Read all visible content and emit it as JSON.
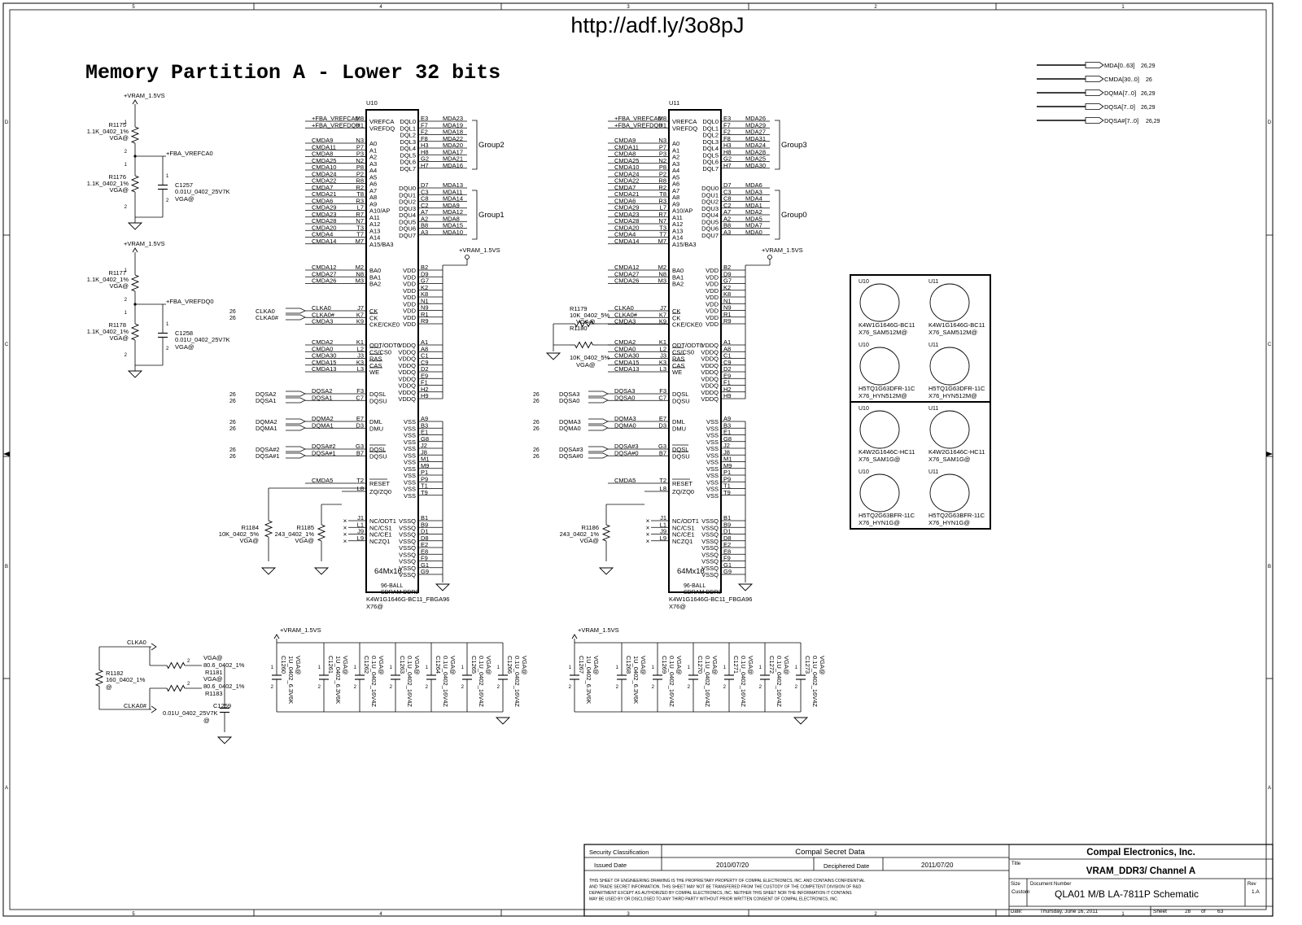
{
  "url_banner": "http://adf.ly/3o8pJ",
  "title": "Memory Partition A - Lower 32 bits",
  "border": {
    "cols": [
      "5",
      "4",
      "3",
      "2",
      "1"
    ],
    "rows": [
      "D",
      "C",
      "B",
      "A"
    ]
  },
  "legend_nets": [
    {
      "net": "MDA[0..63]",
      "ref": "26,29"
    },
    {
      "net": "CMDA[30..0]",
      "ref": "26"
    },
    {
      "net": "DQMA[7..0]",
      "ref": "26,29"
    },
    {
      "net": "DQSA[7..0]",
      "ref": "26,29"
    },
    {
      "net": "DQSA#[7..0]",
      "ref": "26,29"
    }
  ],
  "rails": {
    "vram": "+VRAM_1.5VS",
    "fba_vrefca": "+FBA_VREFCA0",
    "fba_vrefdq": "+FBA_VREFDQ0"
  },
  "vref_dividers": [
    {
      "r_top": "R1175",
      "r_top_val": "1.1K_0402_1%",
      "r_bot": "R1176",
      "r_bot_val": "1.1K_0402_1%",
      "opt": "VGA@",
      "cap": "C1257",
      "cap_val": "0.01U_0402_25V7K",
      "net": "+FBA_VREFCA0"
    },
    {
      "r_top": "R1177",
      "r_top_val": "1.1K_0402_1%",
      "r_bot": "R1178",
      "r_bot_val": "1.1K_0402_1%",
      "opt": "VGA@",
      "cap": "C1258",
      "cap_val": "0.01U_0402_25V7K",
      "net": "+FBA_VREFDQ0"
    }
  ],
  "chips": [
    {
      "ref": "U10",
      "left_power": [
        [
          "+FBA_VREFCA0",
          "M8",
          "VREFCA"
        ],
        [
          "+FBA_VREFDQ0",
          "H1",
          "VREFDQ"
        ]
      ],
      "addr": [
        [
          "CMDA9",
          "N3",
          "A0"
        ],
        [
          "CMDA11",
          "P7",
          "A1"
        ],
        [
          "CMDA8",
          "P3",
          "A2"
        ],
        [
          "CMDA25",
          "N2",
          "A3"
        ],
        [
          "CMDA10",
          "P8",
          "A4"
        ],
        [
          "CMDA24",
          "P2",
          "A5"
        ],
        [
          "CMDA22",
          "R8",
          "A6"
        ],
        [
          "CMDA7",
          "R2",
          "A7"
        ],
        [
          "CMDA21",
          "T8",
          "A8"
        ],
        [
          "CMDA6",
          "R3",
          "A9"
        ],
        [
          "CMDA29",
          "L7",
          "A10/AP"
        ],
        [
          "CMDA23",
          "R7",
          "A11"
        ],
        [
          "CMDA28",
          "N7",
          "A12"
        ],
        [
          "CMDA20",
          "T3",
          "A13"
        ],
        [
          "CMDA4",
          "T7",
          "A14"
        ],
        [
          "CMDA14",
          "M7",
          "A15/BA3"
        ]
      ],
      "ba": [
        [
          "CMDA12",
          "M2",
          "BA0"
        ],
        [
          "CMDA27",
          "N8",
          "BA1"
        ],
        [
          "CMDA26",
          "M3",
          "BA2"
        ]
      ],
      "clk": [
        [
          "CLKA0",
          "J7",
          "CK"
        ],
        [
          "CLKA0#",
          "K7",
          "CK"
        ],
        [
          "CMDA3",
          "K9",
          "CKE/CKE0"
        ]
      ],
      "ctl": [
        [
          "CMDA2",
          "K1",
          "ODT/ODT0"
        ],
        [
          "CMDA0",
          "L2",
          "CS/CS0"
        ],
        [
          "CMDA30",
          "J3",
          "RAS"
        ],
        [
          "CMDA15",
          "K3",
          "CAS"
        ],
        [
          "CMDA13",
          "L3",
          "WE"
        ]
      ],
      "dqs": [
        [
          "DQSA2",
          "F3",
          "DQSL"
        ],
        [
          "DQSA1",
          "C7",
          "DQSU"
        ]
      ],
      "dm": [
        [
          "DQMA2",
          "E7",
          "DML"
        ],
        [
          "DQMA1",
          "D3",
          "DMU"
        ]
      ],
      "dqsn": [
        [
          "DQSA#2",
          "G3",
          "DQSL"
        ],
        [
          "DQSA#1",
          "B7",
          "DQSU"
        ]
      ],
      "reset": [
        [
          "CMDA5",
          "T2",
          "RESET"
        ],
        [
          "",
          "L8",
          "ZQ/ZQ0"
        ]
      ],
      "nc": [
        [
          "J1",
          "NC/ODT1"
        ],
        [
          "L1",
          "NC/CS1"
        ],
        [
          "J9",
          "NC/CE1"
        ],
        [
          "L9",
          "NCZQ1"
        ]
      ],
      "dq_a": [
        [
          "DQL0",
          "E3",
          "MDA23"
        ],
        [
          "DQL1",
          "F7",
          "MDA19"
        ],
        [
          "DQL2",
          "F2",
          "MDA18"
        ],
        [
          "DQL3",
          "F8",
          "MDA22"
        ],
        [
          "DQL4",
          "H3",
          "MDA20"
        ],
        [
          "DQL5",
          "H8",
          "MDA17"
        ],
        [
          "DQL6",
          "G2",
          "MDA21"
        ],
        [
          "DQL7",
          "H7",
          "MDA16"
        ]
      ],
      "dq_b": [
        [
          "DQU0",
          "D7",
          "MDA13"
        ],
        [
          "DQU1",
          "C3",
          "MDA11"
        ],
        [
          "DQU2",
          "C8",
          "MDA14"
        ],
        [
          "DQU3",
          "C2",
          "MDA9"
        ],
        [
          "DQU4",
          "A7",
          "MDA12"
        ],
        [
          "DQU5",
          "A2",
          "MDA8"
        ],
        [
          "DQU6",
          "B8",
          "MDA15"
        ],
        [
          "DQU7",
          "A3",
          "MDA10"
        ]
      ],
      "group_a": "Group2",
      "group_b": "Group1",
      "vdd": [
        "B2",
        "D9",
        "G7",
        "K2",
        "K8",
        "N1",
        "N9",
        "R1",
        "R9"
      ],
      "vddq": [
        "A1",
        "A8",
        "C1",
        "C9",
        "D2",
        "E9",
        "F1",
        "H2",
        "H9"
      ],
      "vss": [
        "A9",
        "B3",
        "E1",
        "G8",
        "J2",
        "J8",
        "M1",
        "M9",
        "P1",
        "P9",
        "T1",
        "T9"
      ],
      "vssq": [
        "B1",
        "B9",
        "D1",
        "D8",
        "E2",
        "E8",
        "F9",
        "G1",
        "G9"
      ],
      "part": "64Mx16",
      "pkg": "96-BALL",
      "type": "SDRAM DDR3",
      "pn": "K4W1G1646G-BC11_FBGA96",
      "opt": "X76@"
    },
    {
      "ref": "U11",
      "left_power": [
        [
          "+FBA_VREFCA0",
          "M8",
          "VREFCA"
        ],
        [
          "+FBA_VREFDQ0",
          "H1",
          "VREFDQ"
        ]
      ],
      "addr": [
        [
          "CMDA9",
          "N3",
          "A0"
        ],
        [
          "CMDA11",
          "P7",
          "A1"
        ],
        [
          "CMDA8",
          "P3",
          "A2"
        ],
        [
          "CMDA25",
          "N2",
          "A3"
        ],
        [
          "CMDA10",
          "P8",
          "A4"
        ],
        [
          "CMDA24",
          "P2",
          "A5"
        ],
        [
          "CMDA22",
          "R8",
          "A6"
        ],
        [
          "CMDA7",
          "R2",
          "A7"
        ],
        [
          "CMDA21",
          "T8",
          "A8"
        ],
        [
          "CMDA6",
          "R3",
          "A9"
        ],
        [
          "CMDA29",
          "L7",
          "A10/AP"
        ],
        [
          "CMDA23",
          "R7",
          "A11"
        ],
        [
          "CMDA28",
          "N7",
          "A12"
        ],
        [
          "CMDA20",
          "T3",
          "A13"
        ],
        [
          "CMDA4",
          "T7",
          "A14"
        ],
        [
          "CMDA14",
          "M7",
          "A15/BA3"
        ]
      ],
      "ba": [
        [
          "CMDA12",
          "M2",
          "BA0"
        ],
        [
          "CMDA27",
          "N8",
          "BA1"
        ],
        [
          "CMDA26",
          "M3",
          "BA2"
        ]
      ],
      "clk": [
        [
          "CLKA0",
          "J7",
          "CK"
        ],
        [
          "CLKA0#",
          "K7",
          "CK"
        ],
        [
          "CMDA3",
          "K9",
          "CKE/CKE0"
        ]
      ],
      "ctl": [
        [
          "CMDA2",
          "K1",
          "ODT/ODT0"
        ],
        [
          "CMDA0",
          "L2",
          "CS/CS0"
        ],
        [
          "CMDA30",
          "J3",
          "RAS"
        ],
        [
          "CMDA15",
          "K3",
          "CAS"
        ],
        [
          "CMDA13",
          "L3",
          "WE"
        ]
      ],
      "dqs": [
        [
          "DQSA3",
          "F3",
          "DQSL"
        ],
        [
          "DQSA0",
          "C7",
          "DQSU"
        ]
      ],
      "dm": [
        [
          "DQMA3",
          "E7",
          "DML"
        ],
        [
          "DQMA0",
          "D3",
          "DMU"
        ]
      ],
      "dqsn": [
        [
          "DQSA#3",
          "G3",
          "DQSL"
        ],
        [
          "DQSA#0",
          "B7",
          "DQSU"
        ]
      ],
      "reset": [
        [
          "CMDA5",
          "T2",
          "RESET"
        ],
        [
          "",
          "L8",
          "ZQ/ZQ0"
        ]
      ],
      "nc": [
        [
          "J1",
          "NC/ODT1"
        ],
        [
          "L1",
          "NC/CS1"
        ],
        [
          "J9",
          "NC/CE1"
        ],
        [
          "L9",
          "NCZQ1"
        ]
      ],
      "dq_a": [
        [
          "DQL0",
          "E3",
          "MDA26"
        ],
        [
          "DQL1",
          "F7",
          "MDA29"
        ],
        [
          "DQL2",
          "F2",
          "MDA27"
        ],
        [
          "DQL3",
          "F8",
          "MDA31"
        ],
        [
          "DQL4",
          "H3",
          "MDA24"
        ],
        [
          "DQL5",
          "H8",
          "MDA28"
        ],
        [
          "DQL6",
          "G2",
          "MDA25"
        ],
        [
          "DQL7",
          "H7",
          "MDA30"
        ]
      ],
      "dq_b": [
        [
          "DQU0",
          "D7",
          "MDA6"
        ],
        [
          "DQU1",
          "C3",
          "MDA3"
        ],
        [
          "DQU2",
          "C8",
          "MDA4"
        ],
        [
          "DQU3",
          "C2",
          "MDA1"
        ],
        [
          "DQU4",
          "A7",
          "MDA2"
        ],
        [
          "DQU5",
          "A2",
          "MDA5"
        ],
        [
          "DQU6",
          "B8",
          "MDA7"
        ],
        [
          "DQU7",
          "A3",
          "MDA0"
        ]
      ],
      "group_a": "Group3",
      "group_b": "Group0",
      "vdd": [
        "B2",
        "D9",
        "G7",
        "K2",
        "K8",
        "N1",
        "N9",
        "R1",
        "R9"
      ],
      "vddq": [
        "A1",
        "A8",
        "C1",
        "C9",
        "D2",
        "E9",
        "F1",
        "H2",
        "H9"
      ],
      "vss": [
        "A9",
        "B3",
        "E1",
        "G8",
        "J2",
        "J8",
        "M1",
        "M9",
        "P1",
        "P9",
        "T1",
        "T9"
      ],
      "vssq": [
        "B1",
        "B9",
        "D1",
        "D8",
        "E2",
        "E8",
        "F9",
        "G1",
        "G9"
      ],
      "part": "64Mx16",
      "pkg": "96-BALL",
      "type": "SDRAM DDR3",
      "pn": "K4W1G1646G-BC11_FBGA96",
      "opt": "X76@"
    }
  ],
  "ref_26": "26",
  "zq_u10": [
    {
      "ref": "R1184",
      "val": "10K_0402_5%",
      "opt": "VGA@"
    },
    {
      "ref": "R1185",
      "val": "243_0402_1%",
      "opt": "VGA@"
    }
  ],
  "zq_u11": {
    "ref": "R1186",
    "val": "243_0402_1%",
    "opt": "VGA@"
  },
  "u11_cke_pull": [
    {
      "ref": "R1179",
      "val": "10K_0402_5%",
      "opt": "VGA@",
      "pin": "1",
      "pin2": "2"
    },
    {
      "ref": "R1180",
      "val": "10K_0402_5%",
      "opt": "VGA@",
      "pin": "1",
      "pin2": "2"
    }
  ],
  "bom_table": [
    {
      "u10": "U10",
      "u11": "U11",
      "u10_pn": "K4W1G1646G-BC11",
      "u10_opt": "X76_SAM512M@",
      "u11_pn": "K4W1G1646G-BC11",
      "u11_opt": "X76_SAM512M@"
    },
    {
      "u10": "U10",
      "u11": "U11",
      "u10_pn": "H5TQ1G63DFR-11C",
      "u10_opt": "X76_HYN512M@",
      "u11_pn": "H5TQ1G63DFR-11C",
      "u11_opt": "X76_HYN512M@"
    },
    {
      "u10": "U10",
      "u11": "U11",
      "u10_pn": "K4W2G1646C-HC11",
      "u10_opt": "X76_SAM1G@",
      "u11_pn": "K4W2G1646C-HC11",
      "u11_opt": "X76_SAM1G@"
    },
    {
      "u10": "U10",
      "u11": "U11",
      "u10_pn": "H5TQ2G63BFR-11C",
      "u10_opt": "X76_HYN1G@",
      "u11_pn": "H5TQ2G63BFR-11C",
      "u11_opt": "X76_HYN1G@"
    }
  ],
  "clk_term": {
    "clka0": "CLKA0",
    "clka0n": "CLKA0#",
    "r1182": "R1182",
    "r1182_val": "160_0402_1%",
    "r1182_opt": "@",
    "r1181": "R1181",
    "r1181_val": "80.6_0402_1%",
    "r1181_opt": "VGA@",
    "r1183": "R1183",
    "r1183_val": "80.6_0402_1%",
    "r1183_opt": "VGA@",
    "c1259": "C1259",
    "c1259_val": "0.01U_0402_25V7K",
    "c1259_opt": "@"
  },
  "decaps_left": [
    {
      "ref": "C1260",
      "val": "1U_0402_6.3V6K",
      "opt": "VGA@"
    },
    {
      "ref": "C1261",
      "val": "1U_0402_6.3V6K",
      "opt": "VGA@"
    },
    {
      "ref": "C1262",
      "val": "0.1U_0402_16V4Z",
      "opt": "VGA@"
    },
    {
      "ref": "C1263",
      "val": "0.1U_0402_16V4Z",
      "opt": "VGA@"
    },
    {
      "ref": "C1264",
      "val": "0.1U_0402_16V4Z",
      "opt": "VGA@"
    },
    {
      "ref": "C1265",
      "val": "0.1U_0402_16V4Z",
      "opt": "VGA@"
    },
    {
      "ref": "C1266",
      "val": "0.1U_0402_16V4Z",
      "opt": "VGA@"
    }
  ],
  "decaps_right": [
    {
      "ref": "C1267",
      "val": "1U_0402_6.3V6K",
      "opt": "VGA@"
    },
    {
      "ref": "C1268",
      "val": "1U_0402_6.3V6K",
      "opt": "VGA@"
    },
    {
      "ref": "C1269",
      "val": "0.1U_0402_16V4Z",
      "opt": "VGA@"
    },
    {
      "ref": "C1270",
      "val": "0.1U_0402_16V4Z",
      "opt": "VGA@"
    },
    {
      "ref": "C1271",
      "val": "0.1U_0402_16V4Z",
      "opt": "VGA@"
    },
    {
      "ref": "C1272",
      "val": "0.1U_0402_16V4Z",
      "opt": "VGA@"
    },
    {
      "ref": "C1273",
      "val": "0.1U_0402_16V4Z",
      "opt": "VGA@"
    }
  ],
  "titleblock": {
    "sec_class_label": "Security Classification",
    "sec_class_value": "Compal Secret Data",
    "issued_label": "Issued Date",
    "issued_value": "2010/07/20",
    "deciphered_label": "Deciphered Date",
    "deciphered_value": "2011/07/20",
    "company": "Compal Electronics, Inc.",
    "title_label": "Title",
    "title_value": "VRAM_DDR3/ Channel A",
    "size_label": "Size",
    "size_value": "Custom",
    "docnum_label": "Document Number",
    "docnum_value": "QLA01 M/B LA-7811P Schematic",
    "rev_label": "Rev",
    "rev_value": "1.A",
    "date_label": "Date:",
    "date_value": "Thursday, June 16, 2011",
    "sheet_label": "Sheet",
    "sheet_value": "28",
    "of_label": "of",
    "of_value": "63",
    "notice": [
      "THIS SHEET OF ENGINEERING DRAWING IS THE PROPRIETARY PROPERTY OF COMPAL ELECTRONICS, INC. AND CONTAINS CONFIDENTIAL",
      "AND TRADE SECRET INFORMATION. THIS SHEET MAY NOT BE TRANSFERED FROM THE CUSTODY OF THE COMPETENT DIVISION OF R&D",
      "DEPARTMENT EXCEPT AS AUTHORIZED BY COMPAL ELECTRONICS, INC. NEITHER THIS SHEET NOR THE INFORMATION IT CONTAINS",
      "MAY BE USED BY OR DISCLOSED TO ANY THIRD PARTY WITHOUT PRIOR WRITTEN CONSENT OF COMPAL ELECTRONICS, INC."
    ]
  }
}
